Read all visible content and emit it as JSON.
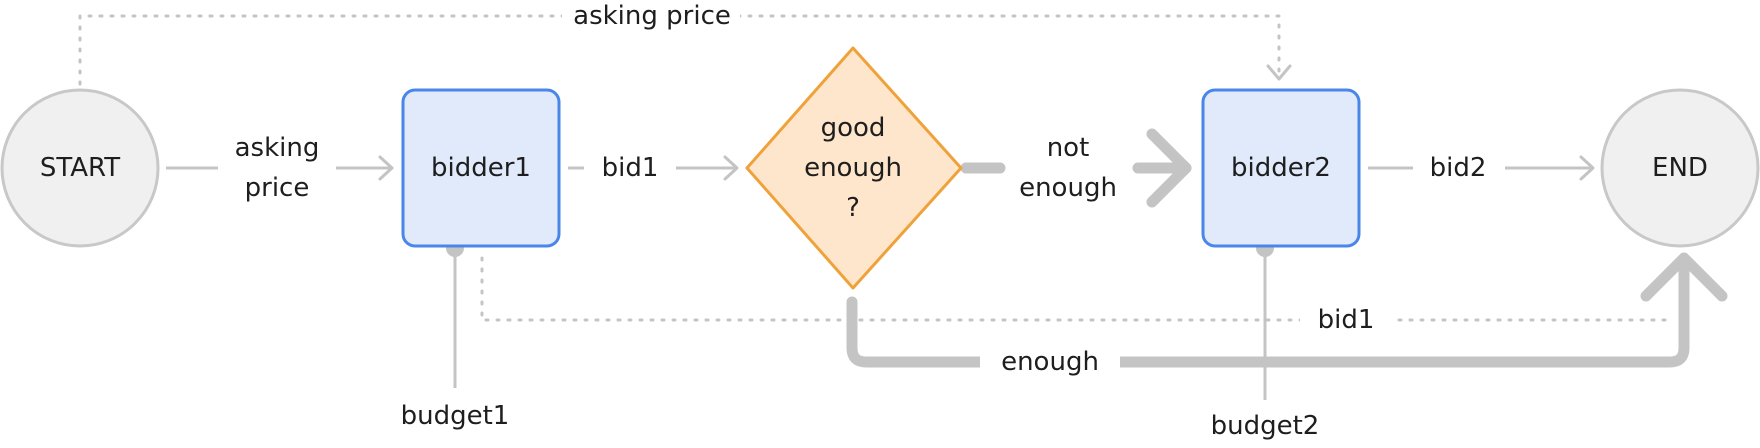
{
  "nodes": {
    "start": "START",
    "bidder1": "bidder1",
    "decision": [
      "good",
      "enough",
      "?"
    ],
    "bidder2": "bidder2",
    "end": "END"
  },
  "edges": {
    "top_asking_price": "asking price",
    "asking_price": [
      "asking",
      "price"
    ],
    "bid1": "bid1",
    "not_enough": [
      "not",
      "enough"
    ],
    "bid2": "bid2",
    "bid1_dotted": "bid1",
    "enough": "enough"
  },
  "stubs": {
    "budget1": "budget1",
    "budget2": "budget2"
  },
  "colors": {
    "terminal_fill": "#f0f0f0",
    "terminal_stroke": "#c8c8c8",
    "process_fill": "#e0eafb",
    "process_stroke": "#4a86e8",
    "decision_fill": "#fde6cc",
    "decision_stroke": "#f0a23a",
    "edge": "#c4c4c4",
    "text": "#1e1e1e"
  }
}
